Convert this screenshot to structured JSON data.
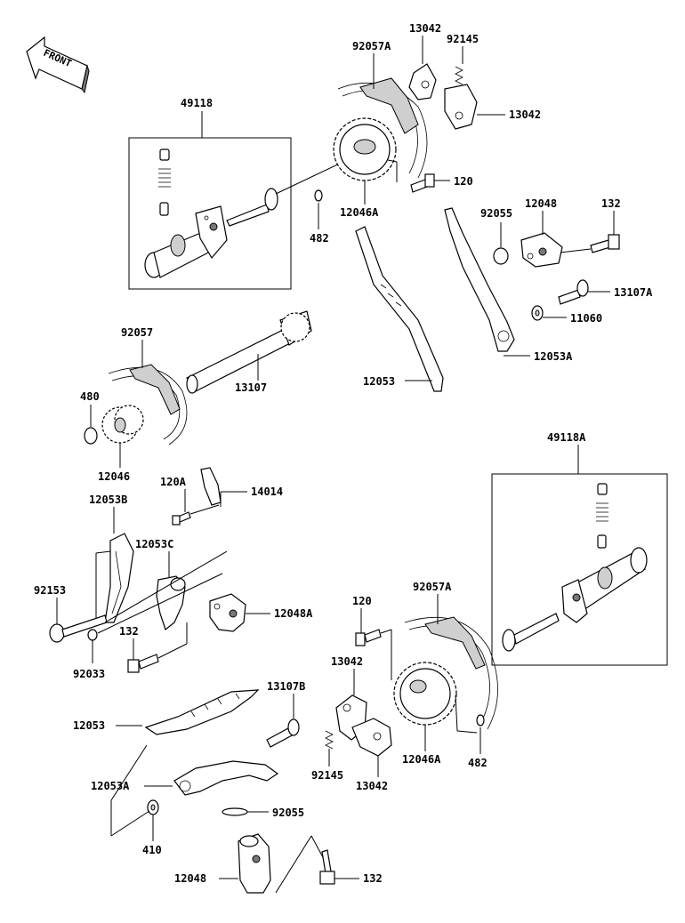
{
  "front_badge": "FRONT",
  "callouts": {
    "c92057A_top": "92057A",
    "c13042_top": "13042",
    "c92145_top": "92145",
    "c13042_right": "13042",
    "c49118": "49118",
    "c120_top": "120",
    "c12046A_top": "12046A",
    "c482_top": "482",
    "c92055_top": "92055",
    "c12048_top": "12048",
    "c132_top": "132",
    "c13107A": "13107A",
    "c11060": "11060",
    "c12053A_top": "12053A",
    "c12053_top": "12053",
    "c92057": "92057",
    "c13107": "13107",
    "c480": "480",
    "c12046": "12046",
    "c120A": "120A",
    "c14014": "14014",
    "c12053B": "12053B",
    "c12053C": "12053C",
    "c49118A": "49118A",
    "c92153": "92153",
    "c132_mid": "132",
    "c12048A": "12048A",
    "c92033": "92033",
    "c120_bot": "120",
    "c92057A_bot": "92057A",
    "c13042_bot1": "13042",
    "c13107B": "13107B",
    "c12053_bot": "12053",
    "c12046A_bot": "12046A",
    "c482_bot": "482",
    "c92145_bot": "92145",
    "c13042_bot2": "13042",
    "c12053A_bot": "12053A",
    "c92055_bot": "92055",
    "c410": "410",
    "c12048_bot": "12048",
    "c132_bot": "132"
  }
}
